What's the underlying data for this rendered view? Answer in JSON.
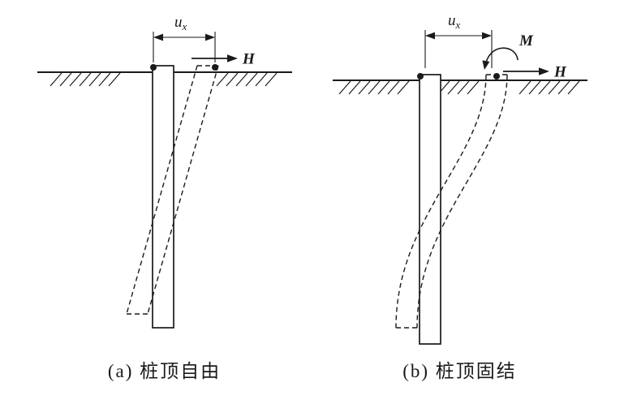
{
  "figure": {
    "colors": {
      "ink": "#1a1a1a",
      "background": "#ffffff"
    },
    "panels": [
      {
        "id": "a",
        "caption": "(a) 桩顶自由",
        "labels": {
          "u": "u",
          "u_sub": "x",
          "H": "H"
        }
      },
      {
        "id": "b",
        "caption": "(b) 桩顶固结",
        "labels": {
          "u": "u",
          "u_sub": "x",
          "H": "H",
          "M": "M"
        }
      }
    ]
  }
}
